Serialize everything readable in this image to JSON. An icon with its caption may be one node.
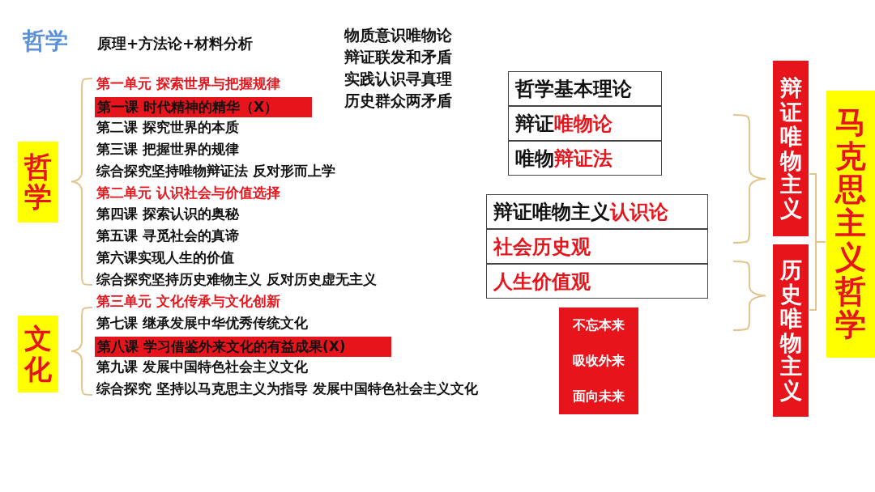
{
  "diagram": {
    "title": "哲学",
    "nodes": [
      {
        "text": [
          "哲学"
        ]
      },
      {
        "text": [
          "第一课 时代精神的精华（X）"
        ]
      },
      {
        "text": [
          "文化"
        ]
      },
      {
        "text": [
          "第八课 学习借鉴外来文化的有益成果(X)"
        ]
      },
      {
        "text": [
          "哲学基本理论"
        ]
      },
      {
        "text": [
          "辩证唯物论"
        ]
      },
      {
        "text": [
          "唯物辩证法"
        ]
      },
      {
        "text": [
          "辩证唯物主义认识论"
        ]
      },
      {
        "text": [
          "社会历史观"
        ]
      },
      {
        "text": [
          "人生价值观"
        ]
      },
      {
        "text": [
          "不忘本来",
          "吸收外来",
          "面向未来"
        ]
      },
      {
        "text": [
          "辩证唯物主义"
        ]
      },
      {
        "text": [
          "历史唯物主义"
        ]
      },
      {
        "text": [
          "马克思主义哲学"
        ]
      }
    ],
    "labels": [
      "原理+方法论+材料分析",
      "物质意识唯物论",
      "辩证联发和矛盾",
      "实践认识寻真理",
      "历史群众两矛盾",
      "第一单元 探索世界与把握规律",
      "第二课 探究世界的本质",
      "第三课 把握世界的规律",
      "综合探究坚持唯物辩证法 反对形而上学",
      "第二单元 认识社会与价值选择",
      "第四课 探索认识的奥秘",
      "第五课 寻觅社会的真谛",
      "第六课实现人生的价值",
      "综合探究坚持历史难物主义 反对历史虚无主义",
      "第三单元 文化传承与文化创新",
      "第七课 继承发展中华优秀传统文化",
      "第九课 发展中国特色社会主义文化",
      "综合探究 坚持以马克思主义为指导  发展中国特色社会主义文化"
    ]
  }
}
